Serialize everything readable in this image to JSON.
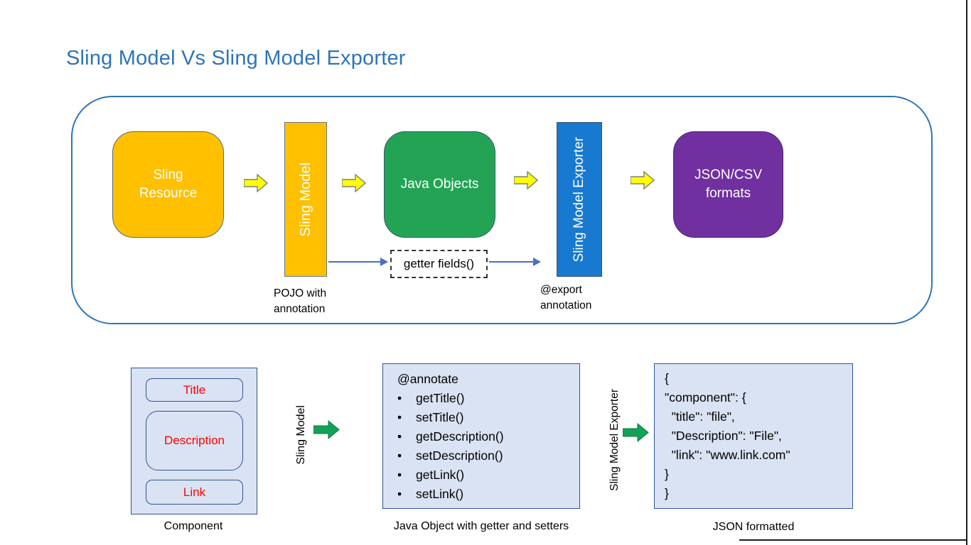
{
  "slide": {
    "title": "Sling Model Vs Sling Model Exporter"
  },
  "colors": {
    "title_blue": "#2E75B6",
    "container_border": "#2E75B6",
    "orange": "#FFC000",
    "green": "#23A455",
    "blue": "#1779CF",
    "purple": "#7030A0",
    "yellow_arrow": "#FFFF00",
    "green_arrow": "#12A257",
    "connector_blue": "#4472C4",
    "panel_fill": "#DAE3F3",
    "panel_border": "#2F5597",
    "field_text_red": "#FF0000"
  },
  "top_flow": {
    "sling_resource": "Sling\nResource",
    "sling_model": "Sling Model",
    "java_objects": "Java Objects",
    "sling_model_exporter": "Sling Model Exporter",
    "json_csv": "JSON/CSV\nformats",
    "getter_box": "getter fields()",
    "pojo_label": "POJO with\nannotation",
    "export_label": "@export\nannotation"
  },
  "bottom_flow": {
    "component": {
      "title_field": "Title",
      "description_field": "Description",
      "link_field": "Link",
      "caption": "Component"
    },
    "sling_model_label": "Sling Model",
    "java_box": {
      "header": "@annotate",
      "methods": [
        "getTitle()",
        "setTitle()",
        "getDescription()",
        "setDescription()",
        "getLink()",
        "setLink()"
      ],
      "caption": "Java Object with getter and setters"
    },
    "exporter_label": "Sling Model Exporter",
    "json_box": {
      "lines": [
        "{",
        "\"component\": {",
        "  \"title\": \"file\",",
        "  \"Description\": \"File\",",
        "  \"link\": \"www.link.com\"",
        "}",
        "}"
      ],
      "caption": "JSON formatted"
    }
  }
}
